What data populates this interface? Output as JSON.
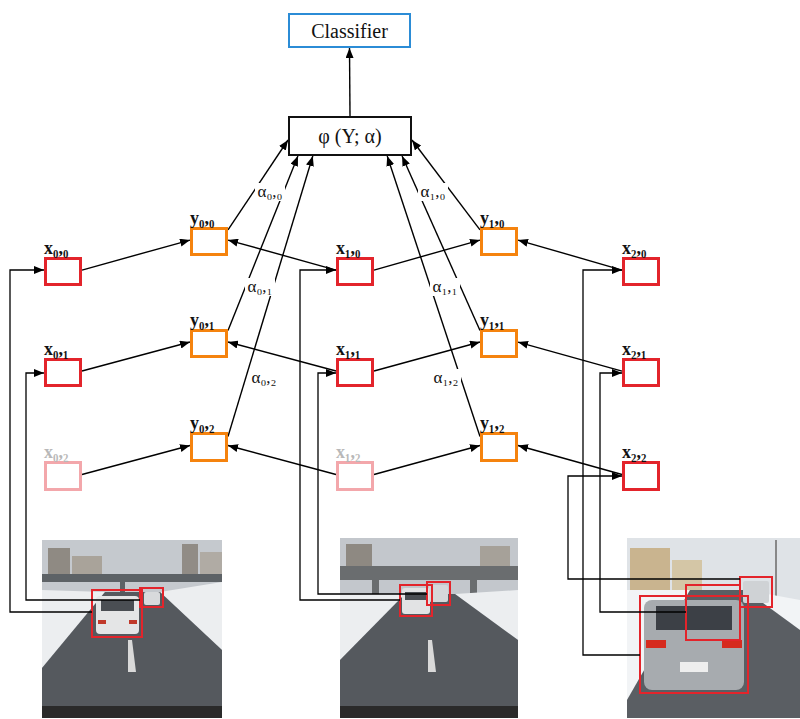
{
  "diagram": {
    "nodes": [
      {
        "text": [
          "Classifier"
        ]
      },
      {
        "text": [
          "φ (Y; α)"
        ]
      },
      {
        "text": [
          "x₀,₀"
        ]
      },
      {
        "text": [
          "x₀,₁"
        ]
      },
      {
        "text": [
          "x₀,₂"
        ]
      },
      {
        "text": [
          "y₀,₀"
        ]
      },
      {
        "text": [
          "y₀,₁"
        ]
      },
      {
        "text": [
          "y₀,₂"
        ]
      },
      {
        "text": [
          "x₁,₀"
        ]
      },
      {
        "text": [
          "x₁,₁"
        ]
      },
      {
        "text": [
          "x₁,₂"
        ]
      },
      {
        "text": [
          "y₁,₀"
        ]
      },
      {
        "text": [
          "y₁,₁"
        ]
      },
      {
        "text": [
          "y₁,₂"
        ]
      },
      {
        "text": [
          "x₂,₀"
        ]
      },
      {
        "text": [
          "x₂,₁"
        ]
      },
      {
        "text": [
          "x₂,₂"
        ]
      }
    ],
    "edges": [
      {
        "from": 2,
        "to": 5,
        "arrow": "to"
      },
      {
        "from": 8,
        "to": 5,
        "arrow": "to"
      },
      {
        "from": 3,
        "to": 6,
        "arrow": "to"
      },
      {
        "from": 9,
        "to": 6,
        "arrow": "to"
      },
      {
        "from": 4,
        "to": 7,
        "arrow": "to"
      },
      {
        "from": 10,
        "to": 7,
        "arrow": "to"
      },
      {
        "from": 8,
        "to": 11,
        "arrow": "to"
      },
      {
        "from": 14,
        "to": 11,
        "arrow": "to"
      },
      {
        "from": 9,
        "to": 12,
        "arrow": "to"
      },
      {
        "from": 15,
        "to": 12,
        "arrow": "to"
      },
      {
        "from": 10,
        "to": 13,
        "arrow": "to"
      },
      {
        "from": 16,
        "to": 13,
        "arrow": "to"
      },
      {
        "from": 5,
        "to": 1,
        "label": "α₀,₀",
        "arrow": "to"
      },
      {
        "from": 6,
        "to": 1,
        "label": "α₀,₁",
        "arrow": "to"
      },
      {
        "from": 7,
        "to": 1,
        "label": "α₀,₂",
        "arrow": "to"
      },
      {
        "from": 11,
        "to": 1,
        "label": "α₁,₀",
        "arrow": "to"
      },
      {
        "from": 12,
        "to": 1,
        "label": "α₁,₁",
        "arrow": "to"
      },
      {
        "from": 13,
        "to": 1,
        "label": "α₁,₂",
        "arrow": "to"
      },
      {
        "from": 1,
        "to": 0,
        "arrow": "to"
      }
    ]
  }
}
